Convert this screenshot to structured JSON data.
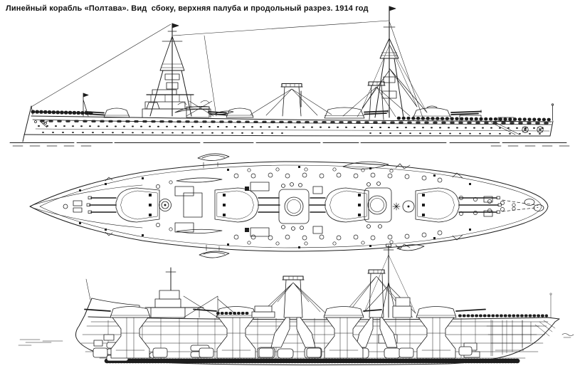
{
  "page": {
    "background": "#ffffff",
    "ink": "#1d1d1d"
  },
  "caption": {
    "text": "Линейный корабль «Полтава». Вид  сбоку, верхняя палуба и продольный разрез. 1914 год"
  },
  "ship": {
    "type": "Линейный корабль",
    "name": "«Полтава»",
    "year": "1914 год"
  },
  "views": [
    {
      "id": "side-view",
      "caption_part": "Вид сбоку"
    },
    {
      "id": "deck-plan",
      "caption_part": "верхняя палуба"
    },
    {
      "id": "longitudinal-section",
      "caption_part": "продольный разрез"
    }
  ]
}
